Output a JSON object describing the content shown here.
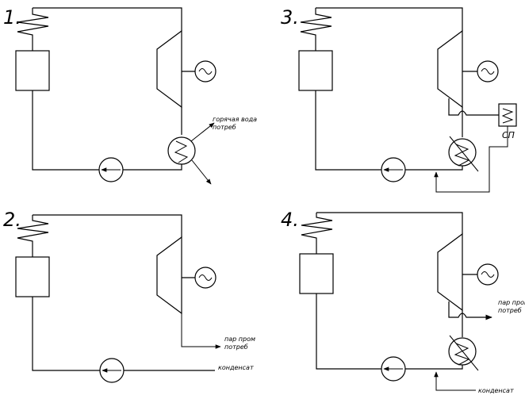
{
  "schemes": [
    {
      "number": "1.",
      "labels": [
        "горячая вода",
        "потреб"
      ]
    },
    {
      "number": "2.",
      "labels": [
        "пар пром",
        "потреб",
        "конденсат"
      ]
    },
    {
      "number": "3.",
      "labels": [
        "СП"
      ]
    },
    {
      "number": "4.",
      "labels": [
        "пар пром",
        "потреб",
        "конденсат"
      ]
    }
  ],
  "icons": {
    "generator": "sine-wave-generator-icon",
    "pump": "arrow-in-circle-pump-icon",
    "heat_exchanger": "zigzag-in-circle-heat-exchanger-icon"
  }
}
